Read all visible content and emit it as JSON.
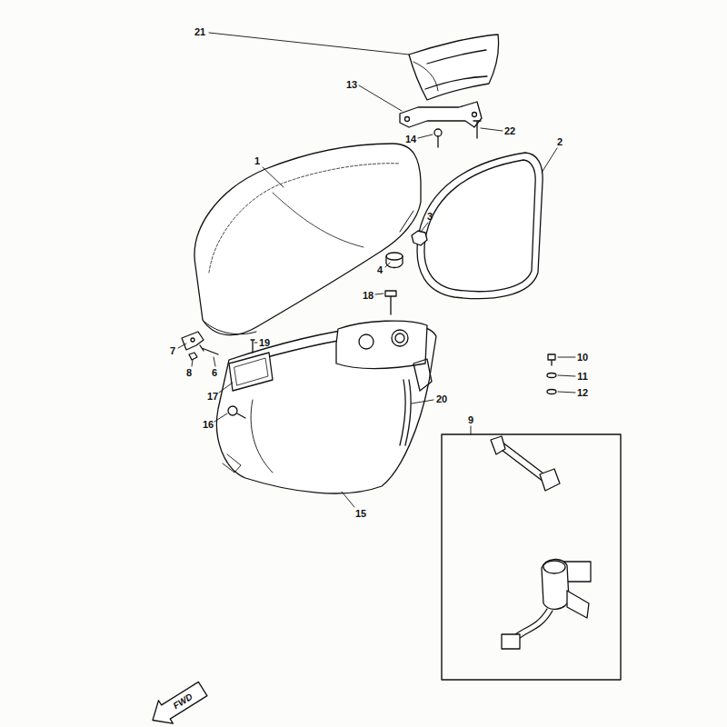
{
  "diagram": {
    "labels": [
      "21",
      "13",
      "14",
      "22",
      "1",
      "2",
      "3",
      "4",
      "18",
      "7",
      "19",
      "8",
      "6",
      "17",
      "16",
      "10",
      "11",
      "12",
      "9",
      "20",
      "15",
      "FWD"
    ]
  }
}
